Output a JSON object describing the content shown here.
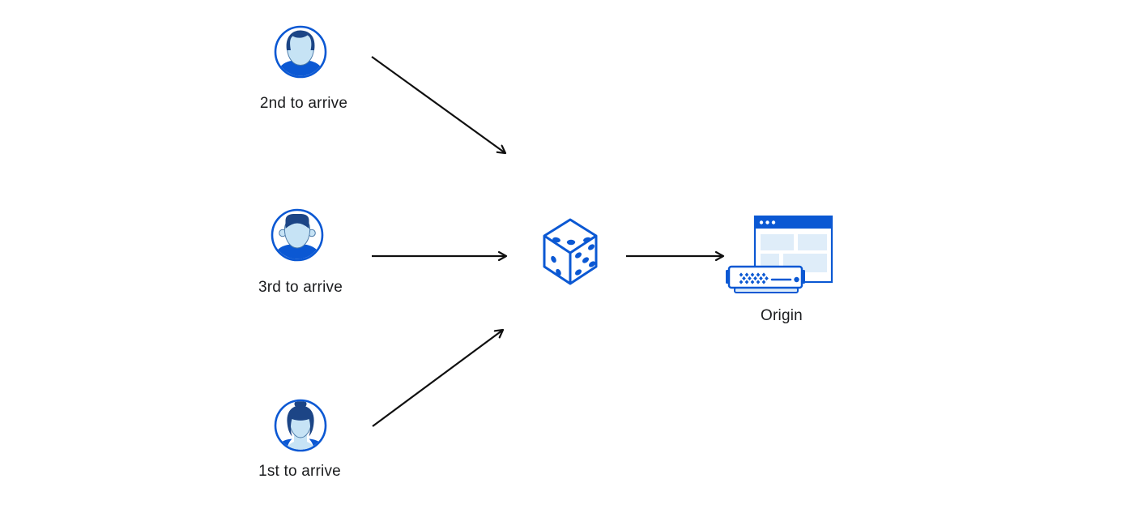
{
  "diagram": {
    "background_color": "#FFFFFF",
    "palette": {
      "primary_blue": "#0B58D3",
      "dark_navy": "#1C4586",
      "skin_light_blue": "#C6E3F5",
      "pale_blue": "#DFEDF9",
      "text_color": "#1B1C1E",
      "arrow_color": "#101010"
    },
    "clients": [
      {
        "id": "client-top",
        "label": "2nd to arrive",
        "icon": "user-avatar-male-swept-hair-icon"
      },
      {
        "id": "client-middle",
        "label": "3rd to arrive",
        "icon": "user-avatar-male-flattop-icon"
      },
      {
        "id": "client-bottom",
        "label": "1st to arrive",
        "icon": "user-avatar-female-bun-icon"
      }
    ],
    "selector": {
      "id": "random-selector",
      "icon": "dice-icon"
    },
    "origin": {
      "id": "origin",
      "label": "Origin",
      "icon": "origin-server-browser-icon"
    },
    "edges": [
      {
        "from": "client-top",
        "to": "random-selector"
      },
      {
        "from": "client-middle",
        "to": "random-selector"
      },
      {
        "from": "client-bottom",
        "to": "random-selector"
      },
      {
        "from": "random-selector",
        "to": "origin"
      }
    ]
  }
}
